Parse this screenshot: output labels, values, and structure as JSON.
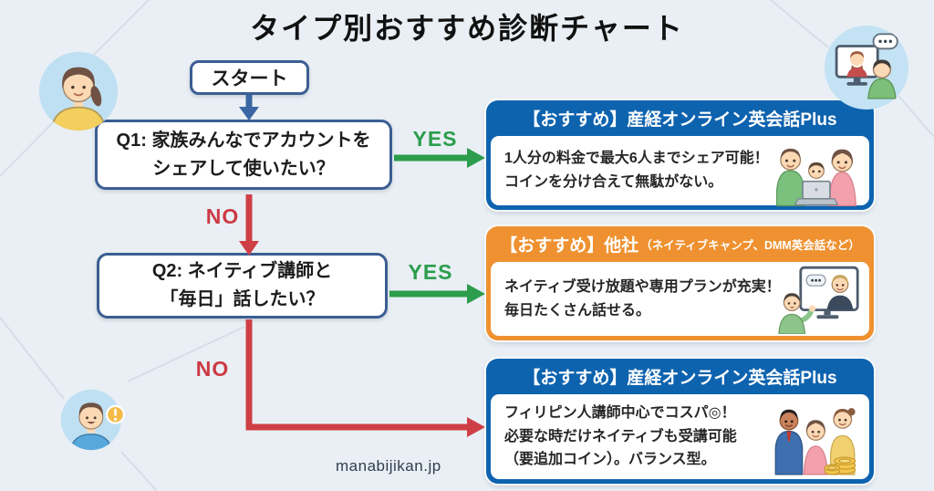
{
  "title": "タイプ別おすすめ診断チャート",
  "watermark": "manabijikan.jp",
  "flow": {
    "start_label": "スタート",
    "q1": {
      "line1": "Q1: 家族みんなでアカウントを",
      "line2": "シェアして使いたい？",
      "yes_label": "YES",
      "no_label": "NO"
    },
    "q2": {
      "line1": "Q2: ネイティブ講師と",
      "line2": "「毎日」話したい？",
      "yes_label": "YES",
      "no_label": "NO"
    }
  },
  "results": [
    {
      "header": "【おすすめ】産経オンライン英会話Plus",
      "header_note": "",
      "lines": [
        "1人分の料金で最大6人までシェア可能！",
        "コインを分け合えて無駄がない。"
      ],
      "accent": "#0e63af",
      "illustration": "family-sharing-laptop"
    },
    {
      "header": "【おすすめ】他社",
      "header_note": "（ネイティブキャンプ、DMM英会話など）",
      "lines": [
        "ネイティブ受け放題や専用プランが充実！",
        "毎日たくさん話せる。"
      ],
      "accent": "#ef9130",
      "illustration": "native-video-lesson"
    },
    {
      "header": "【おすすめ】産経オンライン英会話Plus",
      "header_note": "",
      "lines": [
        "フィリピン人講師中心でコスパ◎！",
        "必要な時だけネイティブも受講可能",
        "（要追加コイン）。バランス型。"
      ],
      "accent": "#0e63af",
      "illustration": "teachers-and-coins"
    }
  ],
  "colors": {
    "background": "#e9eff4",
    "card_blue": "#0e63af",
    "card_orange": "#ef9130",
    "yes_green": "#2b9d4d",
    "no_red": "#cf4046",
    "flow_border_blue": "#3b5e92",
    "start_arrow_blue": "#3a67a3",
    "title_text": "#111111",
    "watermark_text": "#2e3e50"
  }
}
